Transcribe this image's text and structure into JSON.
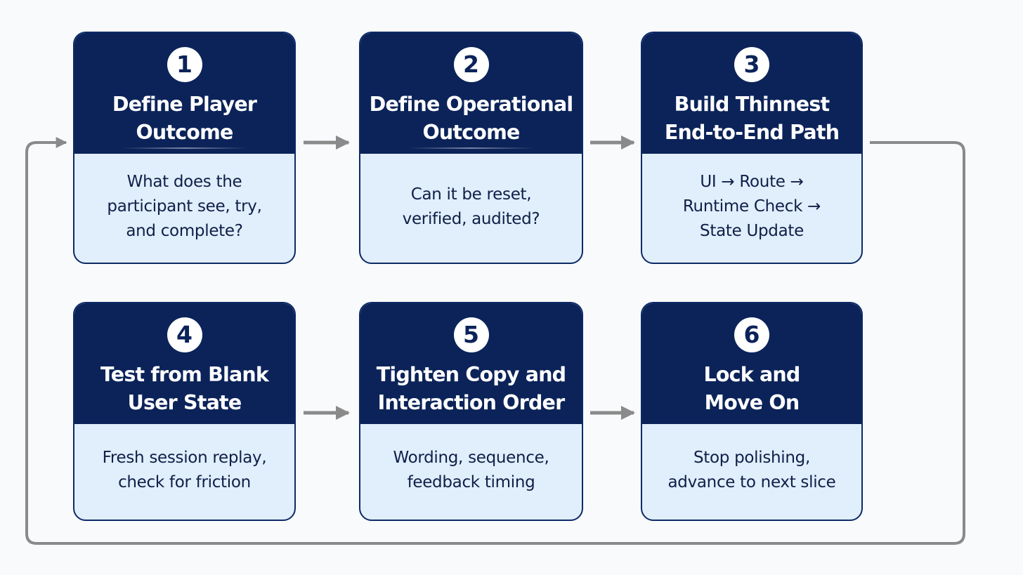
{
  "diagram": {
    "colors": {
      "header": "#0b2359",
      "body": "#e1eefc",
      "border": "#0d2a66",
      "arrow": "#8a8a8a",
      "background": "#f9fafc"
    },
    "steps": [
      {
        "number": "1",
        "title": "Define Player\nOutcome",
        "description": "What does the\nparticipant see, try,\nand complete?"
      },
      {
        "number": "2",
        "title": "Define Operational\nOutcome",
        "description": "Can it be reset,\nverified, audited?"
      },
      {
        "number": "3",
        "title": "Build Thinnest\nEnd-to-End Path",
        "description": "UI → Route →\nRuntime Check →\nState Update"
      },
      {
        "number": "4",
        "title": "Test from Blank\nUser State",
        "description": "Fresh session replay,\ncheck for friction"
      },
      {
        "number": "5",
        "title": "Tighten Copy and\nInteraction Order",
        "description": "Wording, sequence,\nfeedback timing"
      },
      {
        "number": "6",
        "title": "Lock and\nMove On",
        "description": "Stop polishing,\nadvance to next slice"
      }
    ],
    "connections": [
      {
        "from": "1",
        "to": "2"
      },
      {
        "from": "2",
        "to": "3"
      },
      {
        "from": "3",
        "to": "1",
        "kind": "loop-back"
      },
      {
        "from": "4",
        "to": "5"
      },
      {
        "from": "5",
        "to": "6"
      }
    ]
  }
}
